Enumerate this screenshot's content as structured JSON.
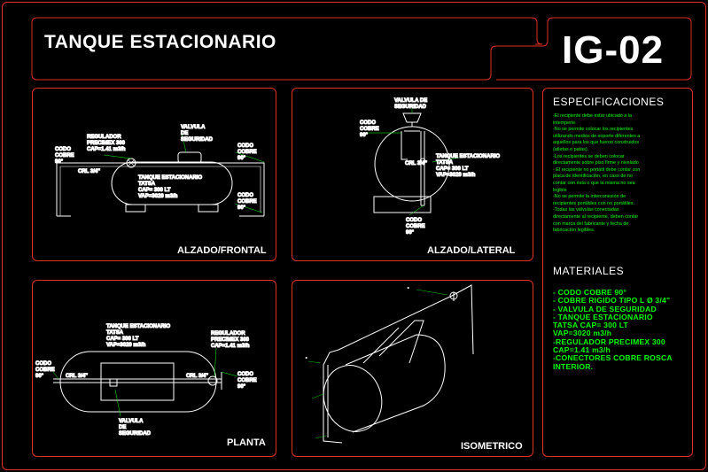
{
  "header": {
    "title": "TANQUE ESTACIONARIO",
    "code": "IG-02"
  },
  "views": {
    "frontal": {
      "label": "ALZADO/FRONTAL",
      "regulador": [
        "REGULADOR",
        "PRECIMEX 300",
        "CAP=1.41 m3/h"
      ],
      "valvula": [
        "VALVULA",
        "DE",
        "SEGURIDAD"
      ],
      "codo_left": [
        "CODO",
        "COBRE",
        "90°"
      ],
      "codo_right_top": [
        "CODO",
        "COBRE",
        "90°"
      ],
      "codo_right_bottom": [
        "CODO",
        "COBRE",
        "90°"
      ],
      "tank": [
        "TANQUE ESTACIONARIO",
        "TATSA",
        "CAP= 300 LT",
        "VAP=3020 m3/h"
      ],
      "pipe": "CRL 3/4\""
    },
    "lateral": {
      "label": "ALZADO/LATERAL",
      "valvula": [
        "VALVULA DE",
        "SEGURIDAD"
      ],
      "codo_top": [
        "CODO",
        "COBRE",
        "90°"
      ],
      "codo_bottom": [
        "CODO",
        "COBRE",
        "90°"
      ],
      "tank": [
        "TANQUE ESTACIONARIO",
        "TATSA",
        "CAP= 300 LT",
        "VAP=3020 m3/h"
      ],
      "pipe": "CRL 3/4\""
    },
    "planta": {
      "label": "PLANTA",
      "tank": [
        "TANQUE ESTACIONARIO",
        "TATSA",
        "CAP= 300 LT",
        "VAP=3020 m3/h"
      ],
      "regulador": [
        "REGULADOR",
        "PRECIMEX 300",
        "CAP=1.41 m3/h"
      ],
      "codo_left": [
        "CODO",
        "COBRE",
        "90°"
      ],
      "codo_right": [
        "CODO",
        "COBRE",
        "90°"
      ],
      "valvula": [
        "VALVULA",
        "DE",
        "SEGURIDAD"
      ],
      "pipe_left": "CRL 3/4\"",
      "pipe_right": "CRL 3/4\""
    },
    "isometrico": {
      "label": "ISOMETRICO"
    }
  },
  "specs": {
    "heading": "ESPECIFICACIONES",
    "items": [
      "-El recipiente debe estar ubicado a la",
      "intemperie.",
      "-No se permite colocar los recipientes",
      "utilizando medios de soporte diferentes a",
      "aquellos para los que fueron construidos",
      "(atletas o patas).",
      "-Los recipientes se deben colocar",
      "directamente sobre piso firme y nivelado",
      "- El recipiente no portátil debe contar con",
      "placa de identificación, en caso de no",
      "contar con ésta o que la misma no sea",
      "legible",
      "-No se permite la interconexión de",
      "recipientes portátiles con no portátiles.",
      "-Todas las válvulas conectadas",
      "directamente al recipiente, deben contar",
      "con marca del fabricante y fecha de",
      "fabricación legibles."
    ]
  },
  "materials": {
    "heading": "MATERIALES",
    "items": [
      "- CODO COBRE 90°",
      "- COBRE RIGIDO TIPO L Ø 3/4\"",
      "- VALVULA DE SEGURIDAD",
      "- TANQUE ESTACIONARIO",
      "TATSA  CAP= 300 LT",
      "VAP=3020 m3/h",
      "-REGULADOR PRECIMEX 300",
      "CAP=1.41 m3/h",
      "-CONECTORES COBRE ROSCA",
      "INTERIOR."
    ]
  },
  "colors": {
    "frame": "#e0301e",
    "text": "#ffffff",
    "annotation": "#00ff00"
  }
}
